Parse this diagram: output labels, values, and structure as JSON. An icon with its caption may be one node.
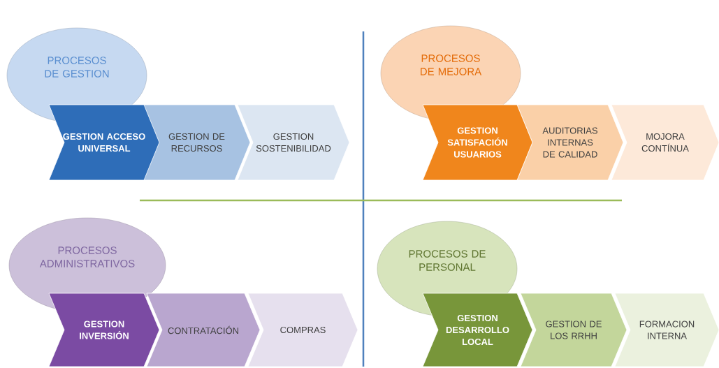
{
  "diagram": {
    "nodes": [
      {
        "text": [
          "PROCESOS DE GESTION"
        ]
      },
      {
        "text": [
          "GESTION ACCESO UNIVERSAL"
        ]
      },
      {
        "text": [
          "GESTION DE RECURSOS"
        ]
      },
      {
        "text": [
          "GESTION SOSTENIBILIDAD"
        ]
      },
      {
        "text": [
          "PROCESOS DE MEJORA"
        ]
      },
      {
        "text": [
          "GESTION SATISFACIÓN USUARIOS"
        ]
      },
      {
        "text": [
          "AUDITORIAS INTERNAS DE CALIDAD"
        ]
      },
      {
        "text": [
          "MOJORA CONTÍNUA"
        ]
      },
      {
        "text": [
          "PROCESOS ADMINISTRATIVOS"
        ]
      },
      {
        "text": [
          "GESTION INVERSIÓN"
        ]
      },
      {
        "text": [
          "CONTRATACIÓN"
        ]
      },
      {
        "text": [
          "COMPRAS"
        ]
      },
      {
        "text": [
          "PROCESOS DE PERSONAL"
        ]
      },
      {
        "text": [
          "GESTION DESARROLLO LOCAL"
        ]
      },
      {
        "text": [
          "GESTION DE LOS RRHH"
        ]
      },
      {
        "text": [
          "FORMACION INTERNA"
        ]
      }
    ]
  }
}
